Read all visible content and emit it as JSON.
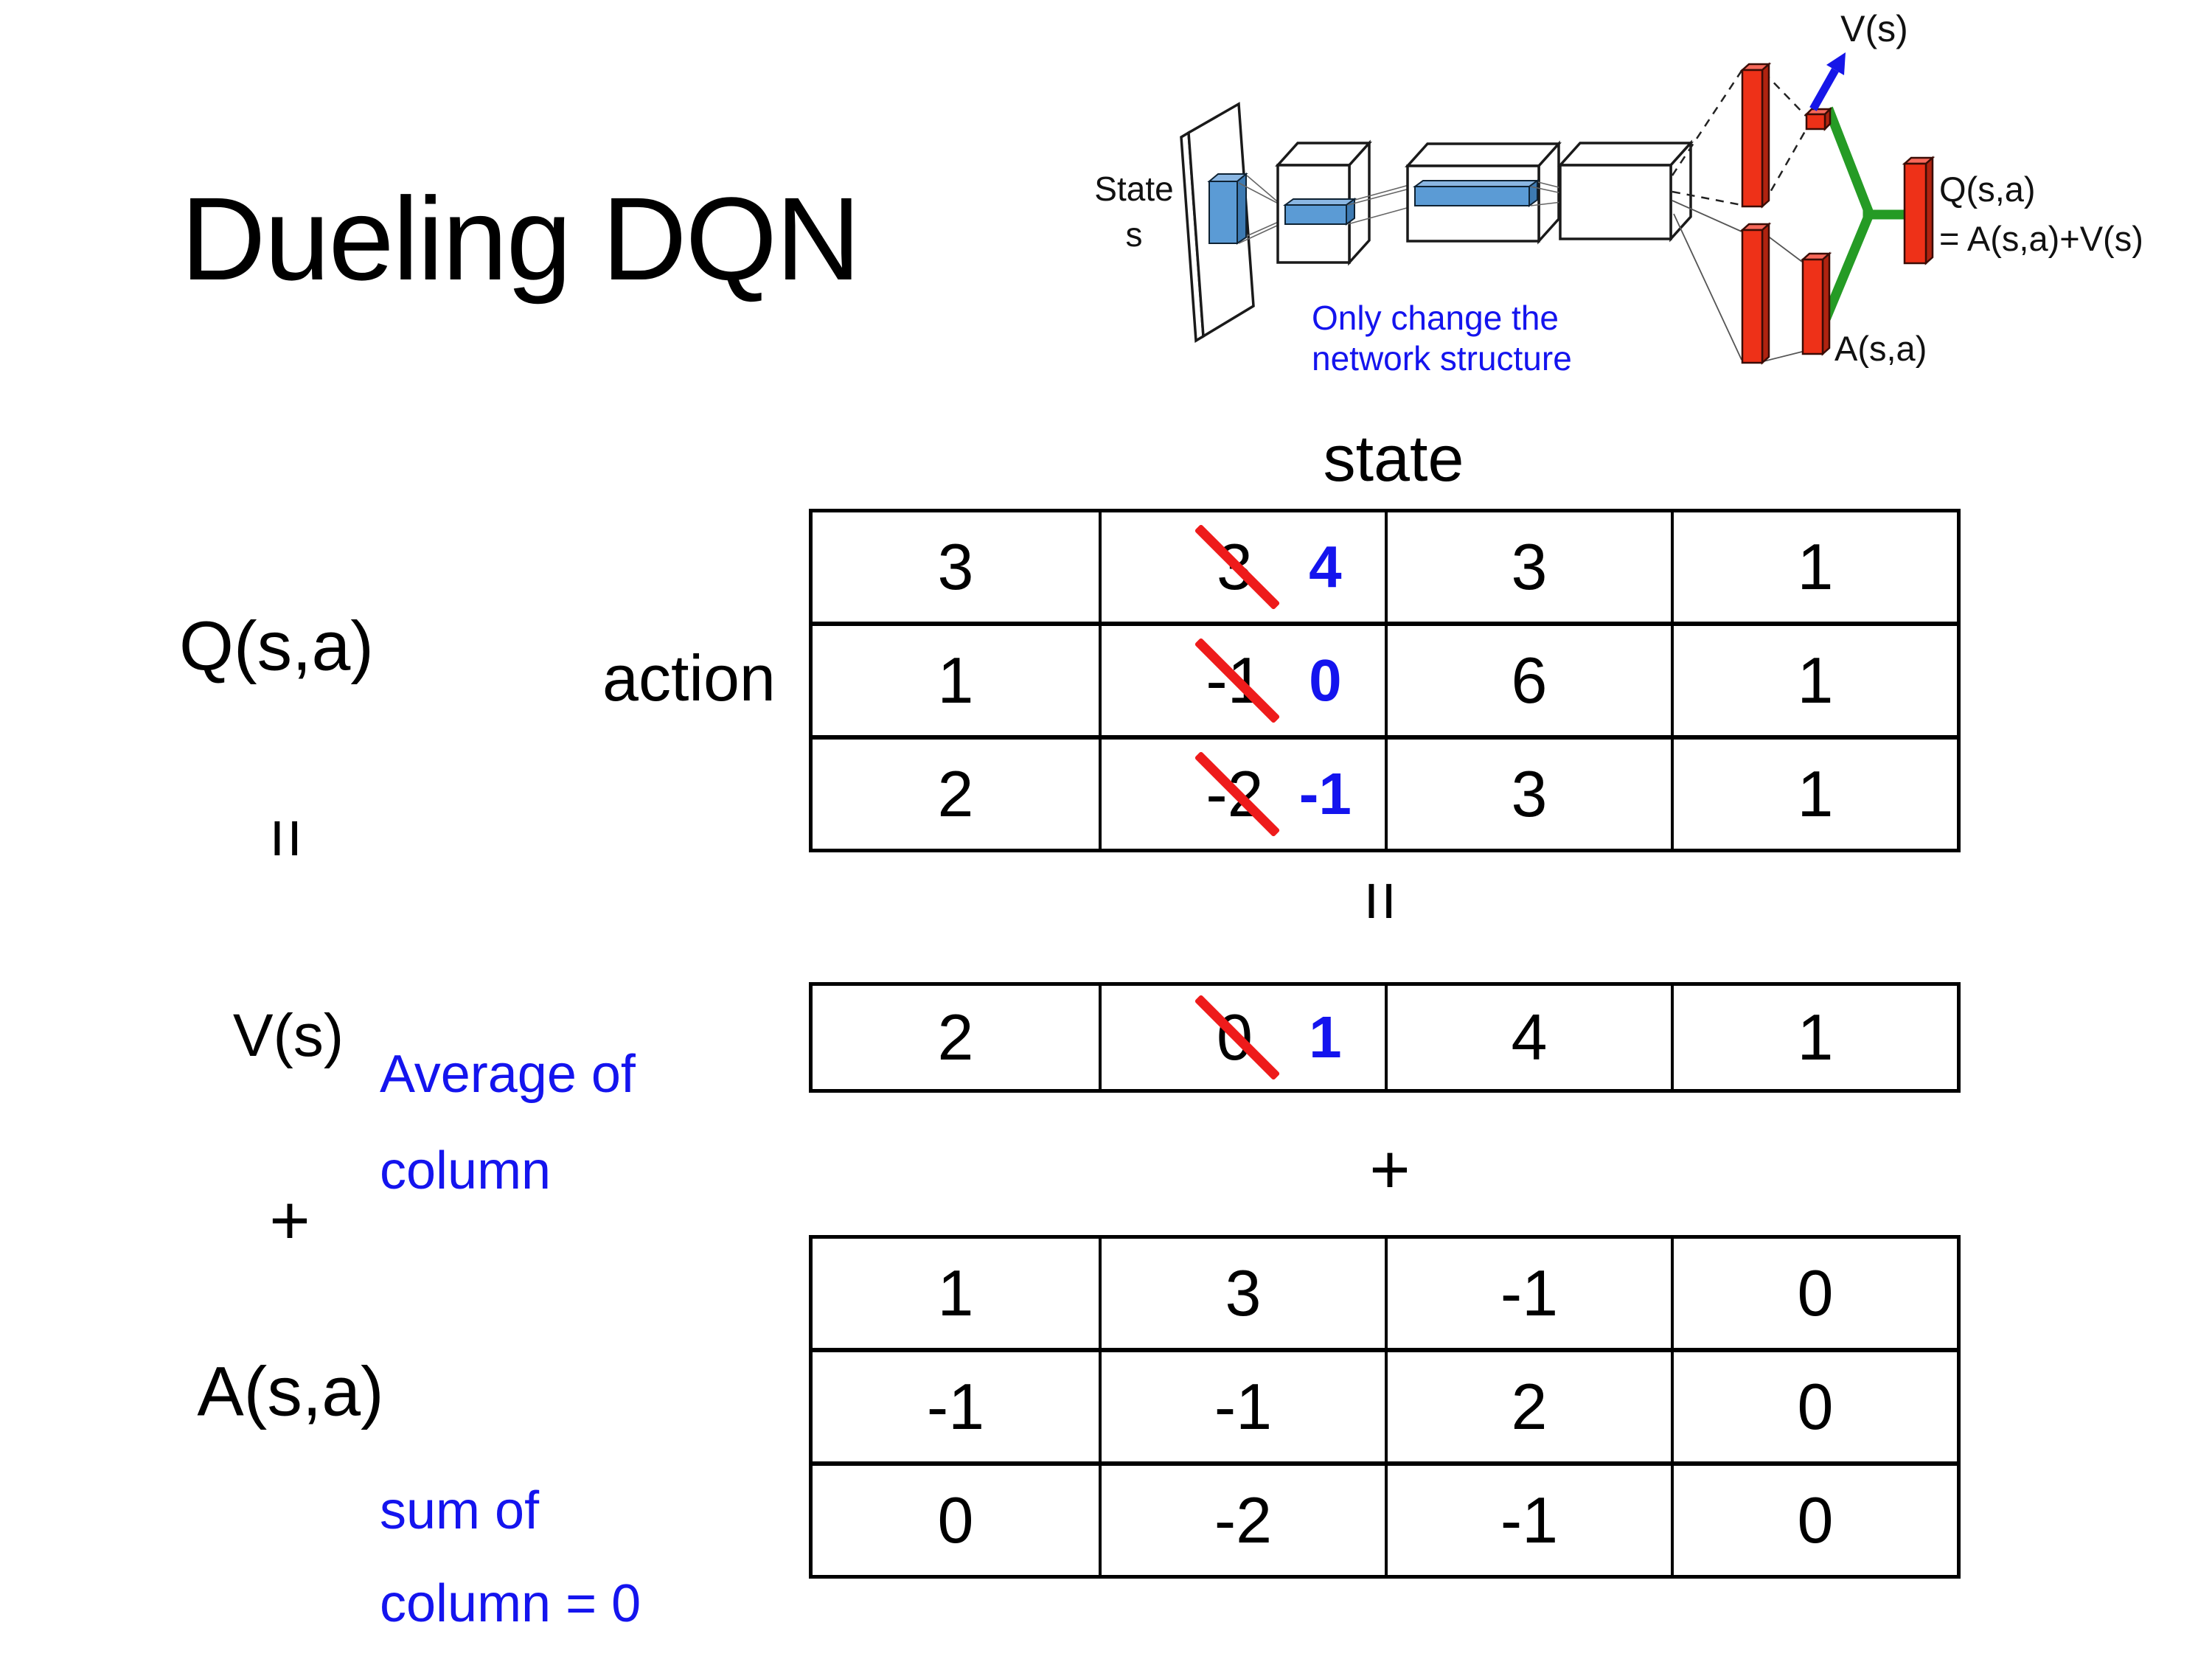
{
  "slide": {
    "title": "Dueling DQN"
  },
  "colors": {
    "highlight_blue": "#1414ee",
    "strike_red": "#ee1b1b",
    "diagram_green": "#259b25",
    "bar_red": "#ee3118",
    "filter_blue": "#5b9bd5",
    "arrow_blue": "#1616e8"
  },
  "diagram": {
    "state_line1": "State",
    "state_line2": "s",
    "note_line1": "Only change the",
    "note_line2": "network structure",
    "v_output_label": "V(s)",
    "q_output_label": "Q(s,a)",
    "q_output_formula": "= A(s,a)+V(s)",
    "a_output_label": "A(s,a)"
  },
  "equation": {
    "q_label": "Q(s,a)",
    "equals_sign": "=",
    "v_label": "V(s)",
    "v_note_line1": "Average of",
    "v_note_line2": "column",
    "plus_sign": "+",
    "a_label": "A(s,a)",
    "a_note_line1": "sum of",
    "a_note_line2": "column = 0"
  },
  "middle": {
    "equals_sign": "=",
    "plus_sign": "+"
  },
  "q_table": {
    "state_header": "state",
    "action_header": "action",
    "rows": [
      [
        "3",
        "3",
        "3",
        "1"
      ],
      [
        "1",
        "-1",
        "6",
        "1"
      ],
      [
        "2",
        "-2",
        "3",
        "1"
      ]
    ],
    "corrections": [
      {
        "row": 1,
        "col": 2,
        "old": "3",
        "new": "4"
      },
      {
        "row": 2,
        "col": 2,
        "old": "-1",
        "new": "0"
      },
      {
        "row": 3,
        "col": 2,
        "old": "-2",
        "new": "-1"
      }
    ]
  },
  "v_table": {
    "rows": [
      [
        "2",
        "0",
        "4",
        "1"
      ]
    ],
    "corrections": [
      {
        "row": 1,
        "col": 2,
        "old": "0",
        "new": "1"
      }
    ]
  },
  "a_table": {
    "rows": [
      [
        "1",
        "3",
        "-1",
        "0"
      ],
      [
        "-1",
        "-1",
        "2",
        "0"
      ],
      [
        "0",
        "-2",
        "-1",
        "0"
      ]
    ]
  }
}
